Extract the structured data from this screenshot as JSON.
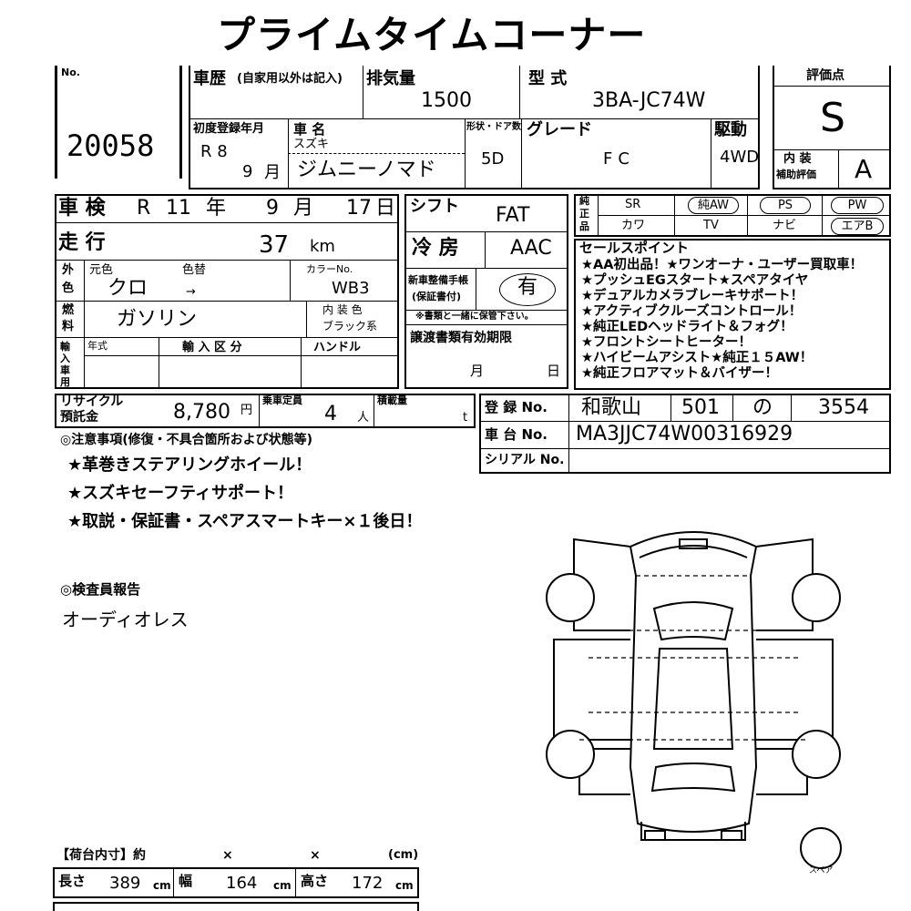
{
  "title": "プライムタイムコーナー",
  "lot": {
    "label": "No.",
    "number": "20058"
  },
  "header": {
    "history_label": "車歴",
    "history_note": "(自家用以外は記入)",
    "displacement_label": "排気量",
    "displacement": "1500",
    "model_label": "型 式",
    "model": "3BA-JC74W",
    "first_reg_label": "初度登録年月",
    "first_reg_year": "R 8",
    "first_reg_month": "9",
    "month_unit": "月",
    "maker_label": "車 名",
    "maker": "スズキ",
    "car_name": "ジムニーノマド",
    "doors_label": "形状・ドア数",
    "doors": "5D",
    "grade_label": "グレード",
    "grade": "FC",
    "drive_label": "駆動",
    "drive": "4WD"
  },
  "score": {
    "label": "評価点",
    "value": "S",
    "interior_label_1": "内 装",
    "interior_label_2": "補助評価",
    "interior_value": "A"
  },
  "inspection": {
    "label": "車 検",
    "era": "R",
    "year": "11",
    "year_unit": "年",
    "month": "9",
    "month_unit": "月",
    "day": "17",
    "day_unit": "日"
  },
  "mileage": {
    "label": "走 行",
    "value": "37",
    "unit": "km"
  },
  "color": {
    "side_label_1": "外",
    "side_label_2": "色",
    "orig_label": "元色",
    "repaint_label": "色替",
    "orig": "クロ",
    "arrow": "→",
    "code_label": "カラーNo.",
    "code": "WB3"
  },
  "fuel": {
    "side_label_1": "燃",
    "side_label_2": "料",
    "value": "ガソリン",
    "interior_color_label": "内 装 色",
    "interior_color": "ブラック系"
  },
  "import": {
    "side_label": "輸入車用",
    "year_label": "年式",
    "class_label": "輸 入 区 分",
    "handle_label": "ハンドル"
  },
  "shift": {
    "label": "シフト",
    "value": "FAT"
  },
  "ac": {
    "label": "冷 房",
    "value": "AAC"
  },
  "maintenance": {
    "label_1": "新車整備手帳",
    "label_2": "(保証書付)",
    "value": "有",
    "note": "※書類と一緒に保管下さい。"
  },
  "transfer": {
    "label": "譲渡書類有効期限",
    "month_unit": "月",
    "day_unit": "日"
  },
  "equipment": {
    "side_label": "純正品",
    "row1": [
      "SR",
      "純AW",
      "PS",
      "PW"
    ],
    "row2": [
      "カワ",
      "TV",
      "ナビ",
      "エアB"
    ]
  },
  "sales_points": {
    "label": "セールスポイント",
    "lines": [
      "★AA初出品！★ワンオーナ・ユーザー買取車！",
      "★プッシュEGスタート★スペアタイヤ",
      "★デュアルカメラブレーキサポート！",
      "★アクティブクルーズコントロール！",
      "★純正LEDヘッドライト＆フォグ！",
      "★フロントシートヒーター！",
      "★ハイビームアシスト★純正１５AW！",
      "★純正フロアマット＆バイザー！"
    ]
  },
  "recycle": {
    "label_1": "リサイクル",
    "label_2": "預託金",
    "value": "8,780",
    "unit": "円"
  },
  "capacity": {
    "label": "乗車定員",
    "value": "4",
    "unit": "人"
  },
  "load": {
    "label": "積載量",
    "unit": "t"
  },
  "registration": {
    "reg_label": "登 録 No.",
    "reg_area": "和歌山",
    "reg_class": "501",
    "reg_kana": "の",
    "reg_number": "3554",
    "chassis_label": "車 台 No.",
    "chassis": "MA3JJC74W00316929",
    "serial_label": "シリアル No."
  },
  "notes": {
    "header": "◎注意事項(修復・不具合箇所および状態等)",
    "lines": [
      "★革巻きステアリングホイール！",
      "★スズキセーフティサポート！",
      "★取説・保証書・スペアスマートキー×１後日！"
    ]
  },
  "inspector": {
    "header": "◎検査員報告",
    "text": "オーディオレス"
  },
  "cargo": {
    "header": "【荷台内寸】約",
    "x1": "×",
    "x2": "×",
    "unit_paren": "(cm)",
    "length_label": "長さ",
    "length": "389",
    "length_unit": "cm",
    "width_label": "幅",
    "width": "164",
    "width_unit": "cm",
    "height_label": "高さ",
    "height": "172",
    "height_unit": "cm"
  },
  "diagram": {
    "spare_label": "スペア"
  }
}
